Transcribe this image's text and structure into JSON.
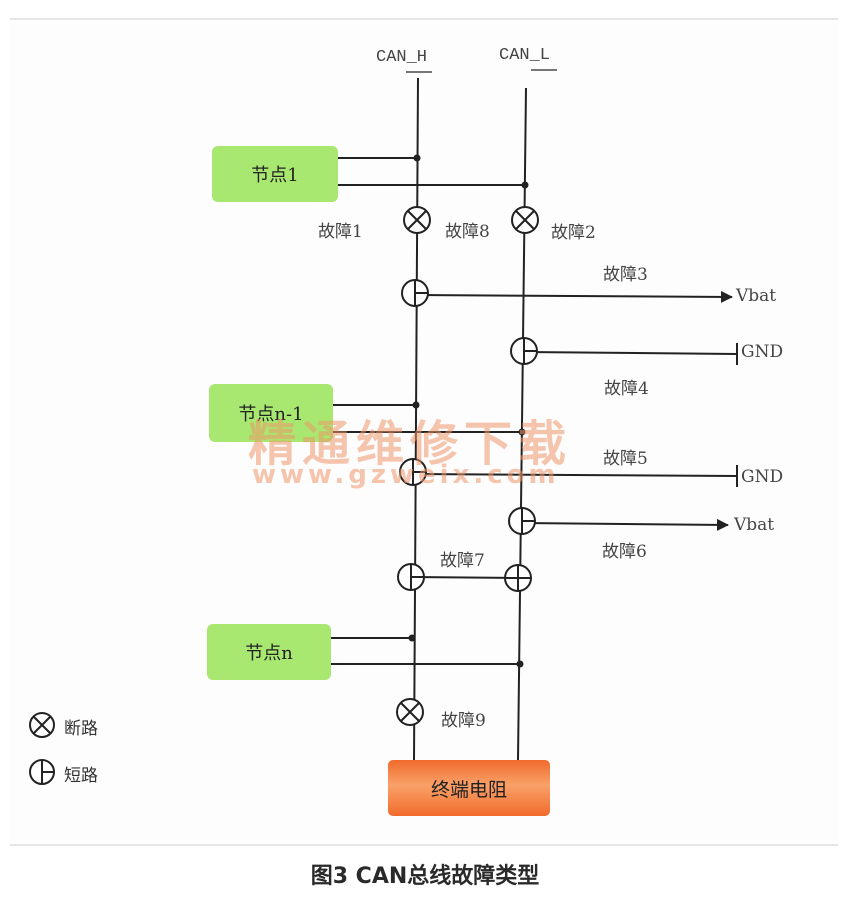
{
  "bus_labels": {
    "high": "CAN_H",
    "low": "CAN_L"
  },
  "nodes": {
    "node1": "节点1",
    "node_n_minus_1": "节点n-1",
    "node_n": "节点n"
  },
  "terminator": "终端电阻",
  "faults": {
    "f1": "故障1",
    "f2": "故障2",
    "f3": "故障3",
    "f4": "故障4",
    "f5": "故障5",
    "f6": "故障6",
    "f7": "故障7",
    "f8": "故障8",
    "f9": "故障9"
  },
  "supplies": {
    "vbat_top": "Vbat",
    "gnd_top": "GND",
    "gnd_mid": "GND",
    "vbat_mid": "Vbat"
  },
  "legend": {
    "open_circuit": "断路",
    "short_circuit": "短路"
  },
  "caption": "图3 CAN总线故障类型",
  "watermark": {
    "line1": "精通维修下载",
    "line2": "www.gzweix.com"
  },
  "colors": {
    "node_fill": "#a8e870",
    "terminator_fill": "#f58a4a",
    "line": "#222222",
    "watermark": "#ee9669"
  }
}
